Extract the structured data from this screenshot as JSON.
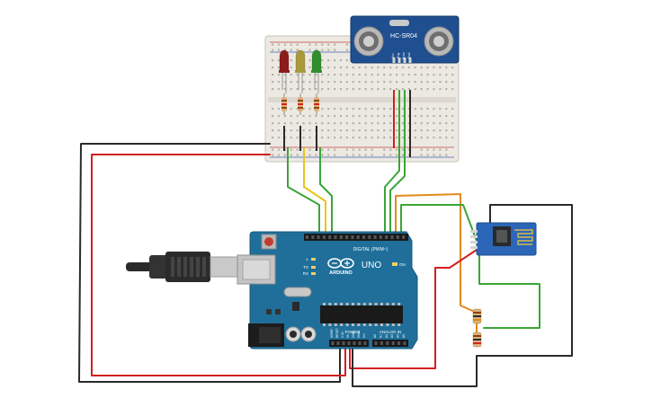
{
  "sensor": {
    "model": "HC-SR04",
    "pins": [
      "Vcc",
      "Trig",
      "Echo",
      "Gnd"
    ]
  },
  "leds": [
    {
      "color_name": "red",
      "color": "#8e1b1b"
    },
    {
      "color_name": "yellow",
      "color": "#a89a3a"
    },
    {
      "color_name": "green",
      "color": "#2f8f2f"
    }
  ],
  "arduino": {
    "brand": "ARDUINO",
    "model": "UNO",
    "digital_header": "DIGITAL (PWM~)",
    "power_header": "POWER",
    "analog_header": "ANALOG IN",
    "tx_label": "TX",
    "rx_label": "RX",
    "l_label": "L",
    "on_label": "ON",
    "power_pins": [
      "IOREF",
      "RESET",
      "3.3V",
      "5V",
      "GND",
      "GND",
      "Vin"
    ],
    "analog_pins": [
      "A0",
      "A1",
      "A2",
      "A3",
      "A4",
      "A5"
    ]
  },
  "colors": {
    "board": "#1f6f9a",
    "breadboard": "#ece9e3",
    "wire_red": "#d21f1f",
    "wire_black": "#2a2a2a",
    "wire_green": "#3aa635",
    "wire_yellow": "#e6c61a",
    "wire_orange": "#e08a1c",
    "sensor_board": "#1f4f8f",
    "wifi_module": "#2b66b8"
  }
}
